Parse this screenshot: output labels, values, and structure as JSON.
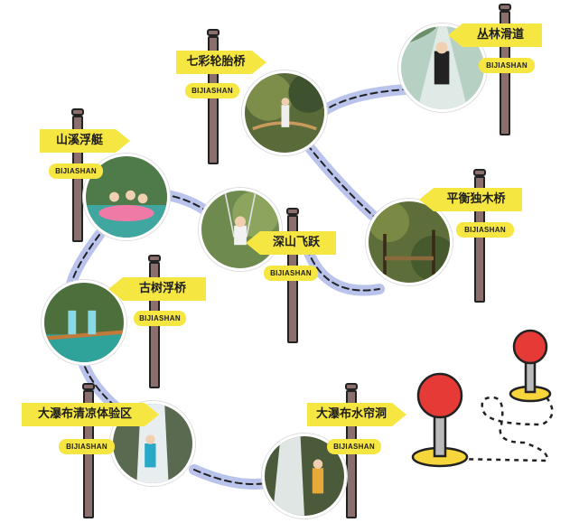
{
  "route_label": "BIJIASHAN",
  "spots": [
    {
      "id": "rainbow-bridge",
      "label": "七彩轮胎桥"
    },
    {
      "id": "jungle-slide",
      "label": "丛林滑道"
    },
    {
      "id": "stream-raft",
      "label": "山溪浮艇"
    },
    {
      "id": "balance-log-bridge",
      "label": "平衡独木桥"
    },
    {
      "id": "mountain-flying-jump",
      "label": "深山飞跃"
    },
    {
      "id": "ancient-tree-float-bridge",
      "label": "古树浮桥"
    },
    {
      "id": "waterfall-cooling",
      "label": "大瀑布清凉体验区"
    },
    {
      "id": "waterfall-cave",
      "label": "大瀑布水帘洞"
    }
  ],
  "colors": {
    "sign": "#f6e642",
    "post": "#8a6f6c",
    "path": "#b9c3ec",
    "pin": "#e53a35",
    "pin_base": "#f6d63a"
  }
}
